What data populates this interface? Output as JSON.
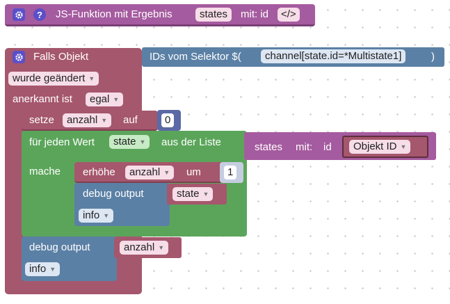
{
  "colors": {
    "purple": "#a55b9f",
    "maroon": "#a5576d",
    "green": "#5ba55b",
    "steel": "#5b80a5",
    "teal": "#5b6aa5"
  },
  "function_block": {
    "gear_icon": "gear-icon",
    "help_icon": "help-icon",
    "help_label": "?",
    "title": "JS-Funktion mit Ergebnis",
    "result_var": "states",
    "mit_label": "mit: id",
    "code_label": "</>"
  },
  "trigger_block": {
    "gear_icon": "gear-icon",
    "title": "Falls Objekt",
    "condition": "wurde geändert",
    "acknowledged_label": "anerkannt ist",
    "acknowledged_value": "egal"
  },
  "selector_block": {
    "text": "IDs vom Selektor $(",
    "selector": "channel[state.id=*Multistate1]",
    "close": ")"
  },
  "set_block": {
    "label": "setze",
    "variable": "anzahl",
    "auf_label": "auf",
    "value": "0"
  },
  "foreach_block": {
    "label": "für jeden Wert",
    "variable": "state",
    "list_label": "aus der Liste",
    "do_label": "mache"
  },
  "states_call": {
    "label": "states",
    "mit_label": "mit:",
    "id_label": "id",
    "arg": "Objekt ID"
  },
  "increment_block": {
    "label": "erhöhe",
    "variable": "anzahl",
    "um_label": "um",
    "value": "1"
  },
  "debug1": {
    "label": "debug output",
    "var": "state",
    "level": "info"
  },
  "debug2": {
    "label": "debug output",
    "var": "anzahl",
    "level": "info"
  }
}
